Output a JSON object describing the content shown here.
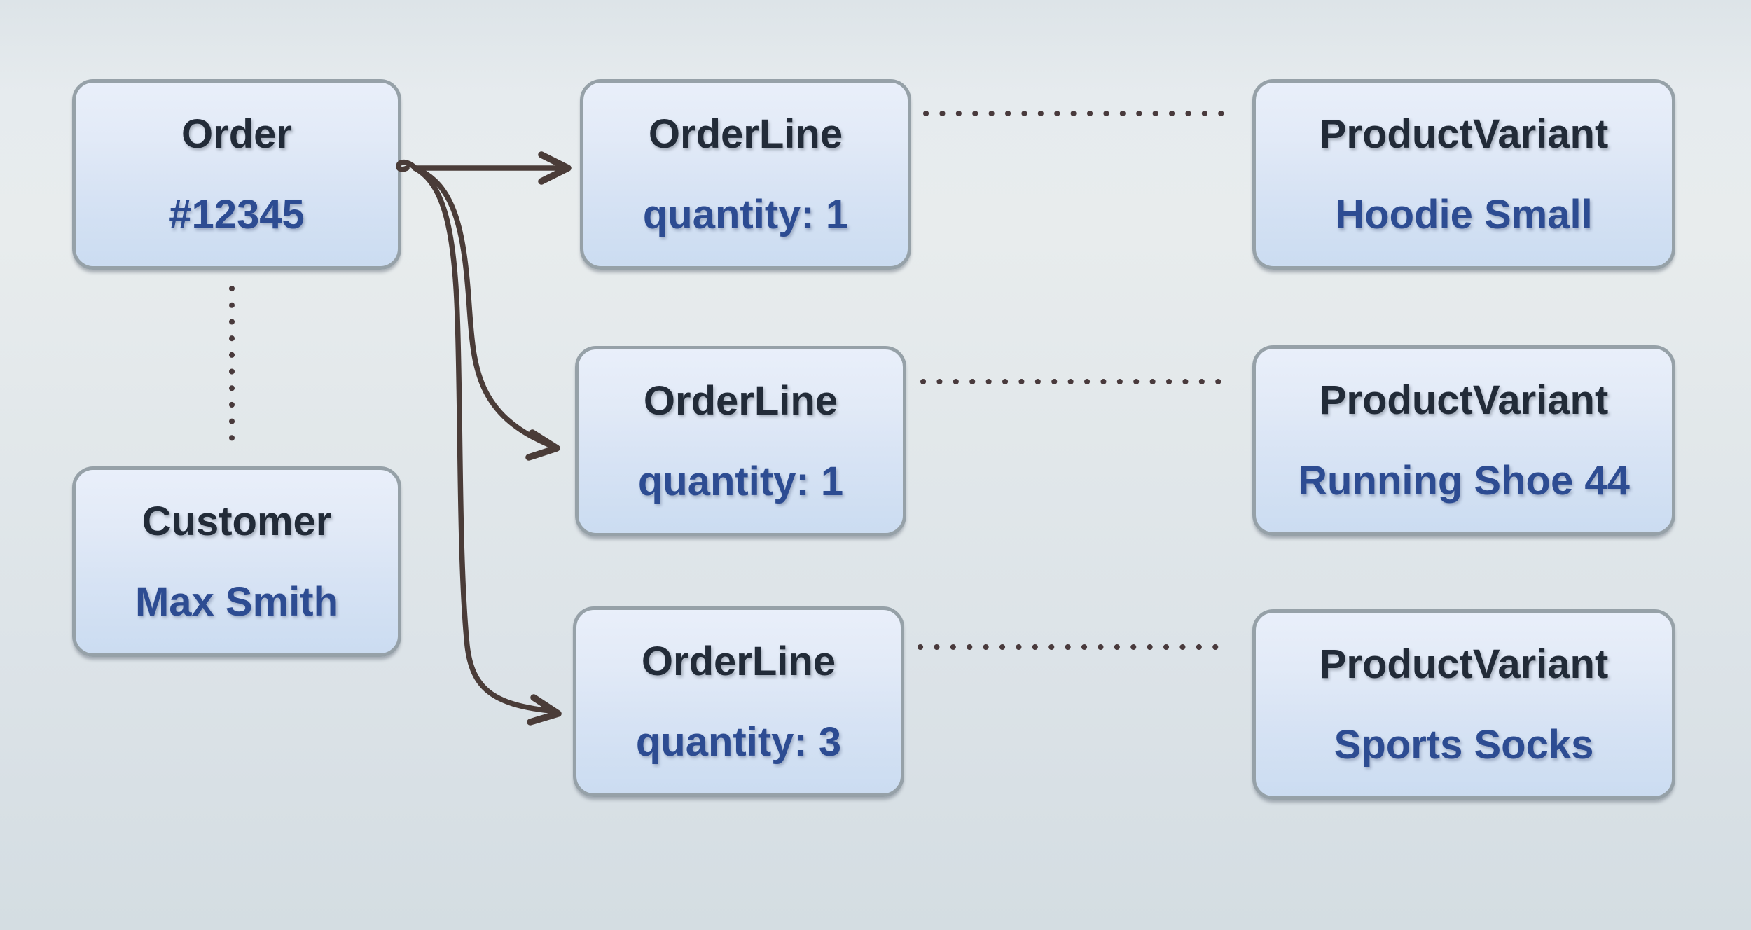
{
  "diagram": {
    "kind": "entity-relationship-diagram",
    "nodes": {
      "order": {
        "title": "Order",
        "value": "#12345"
      },
      "customer": {
        "title": "Customer",
        "value": "Max Smith"
      },
      "orderline1": {
        "title": "OrderLine",
        "value": "quantity: 1"
      },
      "orderline2": {
        "title": "OrderLine",
        "value": "quantity: 1"
      },
      "orderline3": {
        "title": "OrderLine",
        "value": "quantity: 3"
      },
      "productvariant1": {
        "title": "ProductVariant",
        "value": "Hoodie Small"
      },
      "productvariant2": {
        "title": "ProductVariant",
        "value": "Running Shoe 44"
      },
      "productvariant3": {
        "title": "ProductVariant",
        "value": "Sports Socks"
      }
    },
    "edges": [
      {
        "from": "order",
        "to": "orderline1",
        "style": "solid-arrow"
      },
      {
        "from": "order",
        "to": "orderline2",
        "style": "solid-arrow"
      },
      {
        "from": "order",
        "to": "orderline3",
        "style": "solid-arrow"
      },
      {
        "from": "order",
        "to": "customer",
        "style": "dotted-line"
      },
      {
        "from": "orderline1",
        "to": "productvariant1",
        "style": "dotted-line"
      },
      {
        "from": "orderline2",
        "to": "productvariant2",
        "style": "dotted-line"
      },
      {
        "from": "orderline3",
        "to": "productvariant3",
        "style": "dotted-line"
      }
    ],
    "colors": {
      "arrow": "#4a3c38",
      "dot": "#493a3c",
      "node_border": "#96a1a8",
      "node_fill_top": "#e9effa",
      "node_fill_bottom": "#cbdcf1",
      "title_text": "#222b38",
      "value_text": "#2d4c92",
      "background_top": "#e6ebee",
      "background_bottom": "#d4dde2"
    }
  }
}
